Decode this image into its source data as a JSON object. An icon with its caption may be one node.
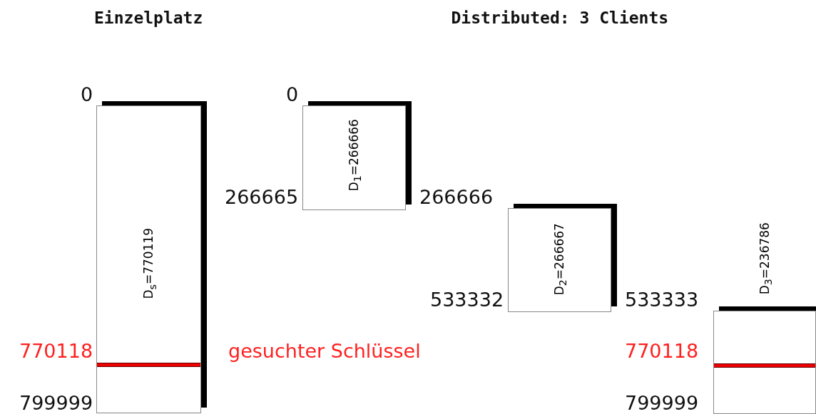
{
  "diagram": {
    "nodes": [
      {
        "text": [
          "D$_{s}$=770119"
        ]
      },
      {
        "text": [
          "D$_{1}$=266666"
        ]
      },
      {
        "text": [
          "D$_{2}$=266667"
        ]
      },
      {
        "text": [
          "D$_{3}$=236786"
        ]
      }
    ],
    "labels": [
      "Einzelplatz",
      "Distributed: 3 Clients",
      "0",
      "0",
      "266665",
      "266666",
      "533332",
      "533333",
      "770118",
      "gesuchter Schlüssel",
      "770118",
      "799999",
      "799999"
    ]
  }
}
